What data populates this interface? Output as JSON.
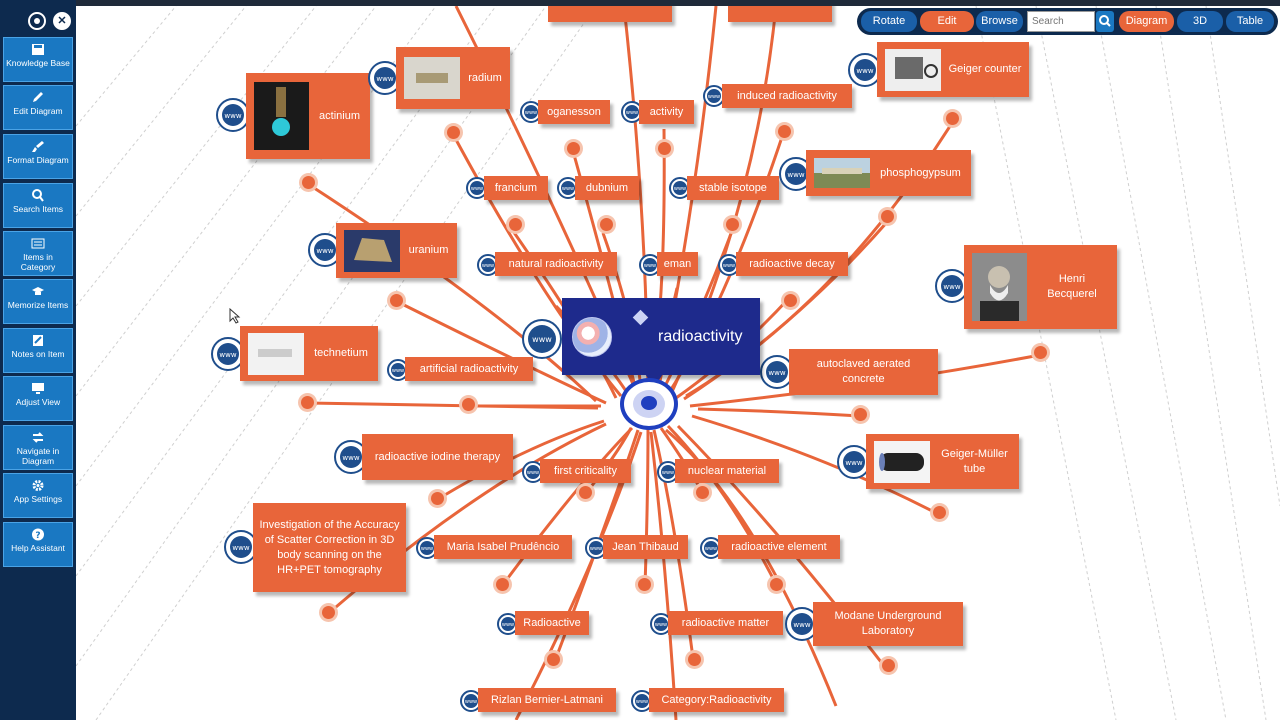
{
  "toolbar": {
    "rotate": "Rotate",
    "edit": "Edit",
    "browse": "Browse",
    "search_placeholder": "Search",
    "diagram": "Diagram",
    "threed": "3D",
    "table": "Table"
  },
  "sidebar": {
    "items": [
      {
        "label": "Knowledge Base",
        "icon": "save-icon"
      },
      {
        "label": "Edit Diagram",
        "icon": "pencil-icon"
      },
      {
        "label": "Format Diagram",
        "icon": "brush-icon"
      },
      {
        "label": "Search Items",
        "icon": "search-icon"
      },
      {
        "label": "Items in Category",
        "icon": "list-icon"
      },
      {
        "label": "Memorize Items",
        "icon": "graduation-cap-icon"
      },
      {
        "label": "Notes on Item",
        "icon": "notes-icon"
      },
      {
        "label": "Adjust View",
        "icon": "monitor-icon"
      },
      {
        "label": "Navigate in Diagram",
        "icon": "arrows-icon"
      },
      {
        "label": "App Settings",
        "icon": "gear-icon"
      },
      {
        "label": "Help Assistant",
        "icon": "help-icon"
      }
    ]
  },
  "center_node": {
    "label": "radioactivity"
  },
  "nodes": [
    {
      "label": "actinium",
      "image": "actinium-photo"
    },
    {
      "label": "radium",
      "image": "radium-photo"
    },
    {
      "label": "oganesson"
    },
    {
      "label": "activity"
    },
    {
      "label": "induced radioactivity"
    },
    {
      "label": "Geiger counter",
      "image": "geiger-counter-photo"
    },
    {
      "label": "francium"
    },
    {
      "label": "dubnium"
    },
    {
      "label": "stable isotope"
    },
    {
      "label": "phosphogypsum",
      "image": "phosphogypsum-photo"
    },
    {
      "label": "uranium",
      "image": "uranium-photo"
    },
    {
      "label": "natural radioactivity"
    },
    {
      "label": "eman"
    },
    {
      "label": "radioactive decay"
    },
    {
      "label": "Henri Becquerel",
      "image": "henri-becquerel-portrait"
    },
    {
      "label": "technetium",
      "image": "technetium-photo"
    },
    {
      "label": "artificial radioactivity"
    },
    {
      "label": "autoclaved aerated concrete"
    },
    {
      "label": "radioactive iodine therapy"
    },
    {
      "label": "first criticality"
    },
    {
      "label": "nuclear material"
    },
    {
      "label": "Geiger-Müller tube",
      "image": "geiger-muller-tube-photo"
    },
    {
      "label": "Investigation of the Accuracy of Scatter Correction in 3D body scanning on the HR+PET tomography"
    },
    {
      "label": "Maria Isabel Prudêncio"
    },
    {
      "label": "Jean Thibaud"
    },
    {
      "label": "radioactive element"
    },
    {
      "label": "Radioactive"
    },
    {
      "label": "radioactive matter"
    },
    {
      "label": "Modane Underground Laboratory"
    },
    {
      "label": "Rizlan Bernier-Latmani"
    },
    {
      "label": "Category:Radioactivity"
    }
  ]
}
